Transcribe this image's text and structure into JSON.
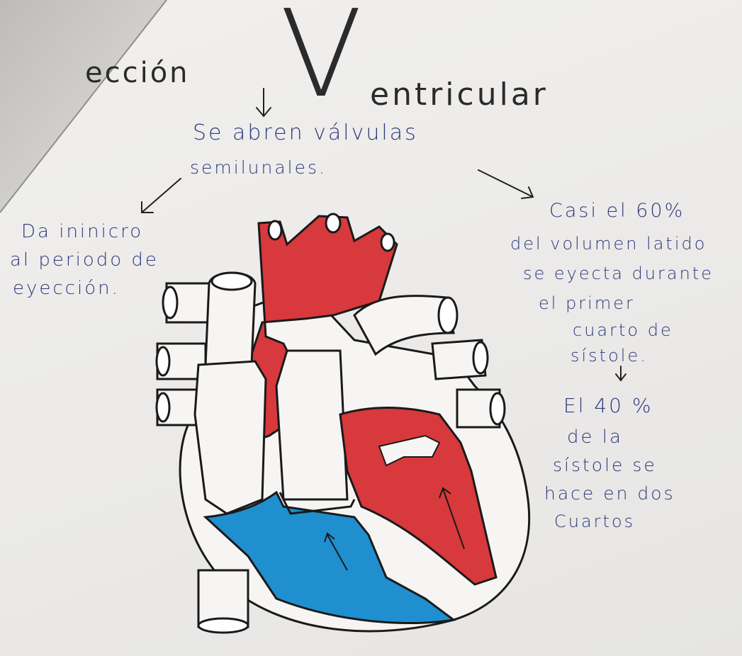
{
  "title": {
    "left_fragment": "ección",
    "big_letter": "V",
    "rest": "entricular"
  },
  "notes": {
    "center_line1": "Se abren válvulas",
    "center_line2": "semilunales.",
    "left_line1": "Da    ininicro",
    "left_line2": "al periodo de",
    "left_line3": "eyección.",
    "right_line1": "Casi  el  60%",
    "right_line2": "del  volumen  latido",
    "right_line3": "se  eyecta  durante",
    "right_line4": "el   primer",
    "right_line5": "cuarto  de",
    "right_line6": "sístole.",
    "right_line7": "El   40 %",
    "right_line8": "de   la",
    "right_line9": "sístole   se",
    "right_line10": "hace   en dos",
    "right_line11": "Cuartos"
  },
  "colors": {
    "ink": "#2e3a7c",
    "red": "#d8393c",
    "blue": "#1f8fd0",
    "outline": "#1a1a1a"
  },
  "icons": [
    "down-arrow-icon",
    "diagonal-arrow-icon",
    "heart-illustration"
  ]
}
